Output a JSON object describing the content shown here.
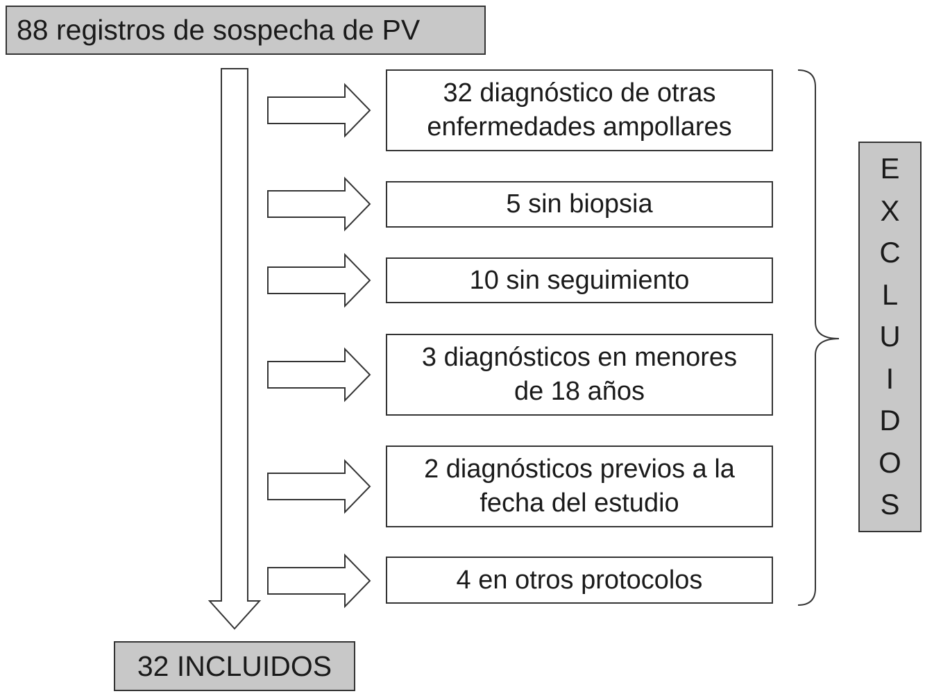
{
  "header": {
    "title": "88 registros de sospecha de PV"
  },
  "exclusions": [
    {
      "line1": "32 diagnóstico de otras",
      "line2": "enfermedades ampollares"
    },
    {
      "line1": "5 sin biopsia",
      "line2": ""
    },
    {
      "line1": "10 sin seguimiento",
      "line2": ""
    },
    {
      "line1": "3 diagnósticos en menores",
      "line2": "de 18 años"
    },
    {
      "line1": "2 diagnósticos previos a la",
      "line2": "fecha del estudio"
    },
    {
      "line1": "4 en otros protocolos",
      "line2": ""
    }
  ],
  "excluded_label": [
    "E",
    "X",
    "C",
    "L",
    "U",
    "I",
    "D",
    "O",
    "S"
  ],
  "footer": {
    "result": "32 INCLUIDOS"
  },
  "colors": {
    "grey_box": "#c8c8c8",
    "border": "#333333"
  }
}
